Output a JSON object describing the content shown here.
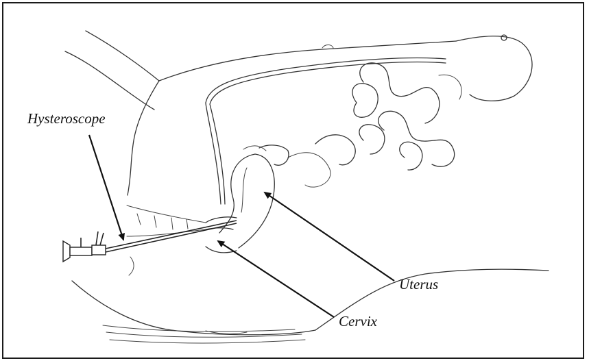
{
  "labels": {
    "hysteroscope": "Hysteroscope",
    "uterus": "Uterus",
    "cervix": "Cervix"
  },
  "colors": {
    "line": "#333333",
    "arrow": "#111111",
    "border": "#1a1a1a",
    "background": "#ffffff"
  }
}
